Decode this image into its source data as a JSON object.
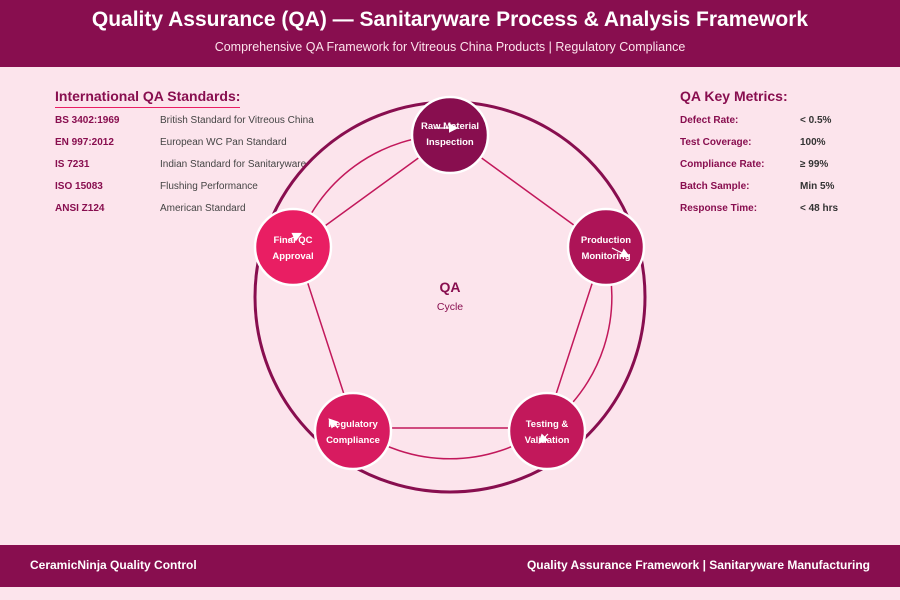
{
  "header": {
    "title": "Quality Assurance (QA) — Sanitaryware Process & Analysis Framework",
    "subtitle": "Comprehensive QA Framework for Vitreous China Products | Regulatory Compliance"
  },
  "standards": {
    "title": "International QA Standards:",
    "items": [
      {
        "code": "BS 3402:1969",
        "desc": "British Standard for Vitreous China"
      },
      {
        "code": "EN 997:2012",
        "desc": "European WC Pan Standard"
      },
      {
        "code": "IS 7231",
        "desc": "Indian Standard for Sanitaryware"
      },
      {
        "code": "ISO 15083",
        "desc": "Flushing Performance"
      },
      {
        "code": "ANSI Z124",
        "desc": "American Standard"
      }
    ]
  },
  "metrics": {
    "title": "QA Key Metrics:",
    "items": [
      {
        "label": "Defect Rate:",
        "value": "< 0.5%"
      },
      {
        "label": "Test Coverage:",
        "value": "100%"
      },
      {
        "label": "Compliance Rate:",
        "value": "≥ 99%"
      },
      {
        "label": "Batch Sample:",
        "value": "Min 5%"
      },
      {
        "label": "Response Time:",
        "value": "< 48 hrs"
      }
    ]
  },
  "cycle": {
    "center_title": "QA",
    "center_subtitle": "Cycle",
    "nodes": [
      {
        "line1": "Raw Material",
        "line2": "Inspection",
        "color": "#880e4f"
      },
      {
        "line1": "Production",
        "line2": "Monitoring",
        "color": "#ad1457"
      },
      {
        "line1": "Testing &",
        "line2": "Validation",
        "color": "#c2185b"
      },
      {
        "line1": "Regulatory",
        "line2": "Compliance",
        "color": "#d81b60"
      },
      {
        "line1": "Final QC",
        "line2": "Approval",
        "color": "#e91e63"
      }
    ]
  },
  "footer": {
    "left": "CeramicNinja Quality Control",
    "right": "Quality Assurance Framework | Sanitaryware Manufacturing"
  }
}
